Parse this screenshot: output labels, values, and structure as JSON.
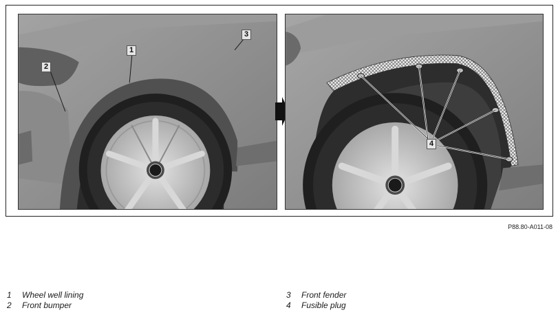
{
  "callouts": {
    "lining": "1",
    "bumper": "2",
    "fender": "3",
    "plug": "4"
  },
  "figure_ref": "P88.80-A011-08",
  "legend": [
    {
      "num": "1",
      "text": "Wheel well lining"
    },
    {
      "num": "2",
      "text": "Front bumper"
    },
    {
      "num": "3",
      "text": "Front fender"
    },
    {
      "num": "4",
      "text": "Fusible plug"
    }
  ],
  "colors": {
    "body": "#8d8d8d",
    "tire": "#1f1f1f",
    "rim": "#c9c9c9",
    "callout_bg": "#e6e6e6"
  }
}
